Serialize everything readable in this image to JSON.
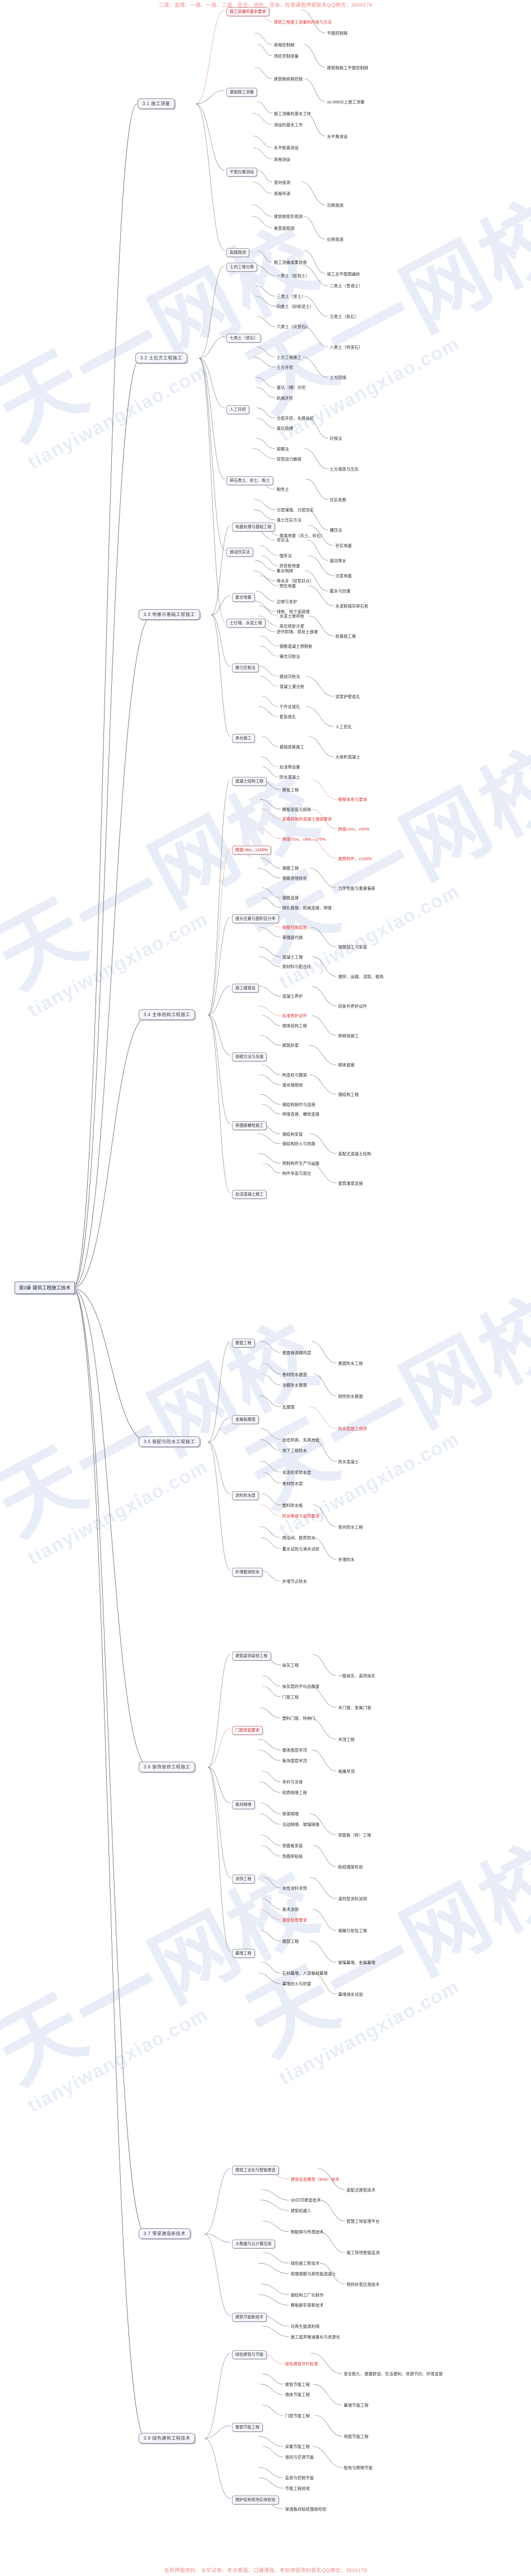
{
  "banner": {
    "top": "二建、监理、一建、一造、二造、安全、消防、咨询、检测课程押题联系QQ微信：3849178",
    "bottom": "名师押题资料、水卒试卷、考点真题、口播课程、考前押题资料联系QQ微信：3849178"
  },
  "watermark": {
    "main": "天一网校",
    "site": "tianyiwangxiao.com"
  },
  "root": {
    "label": "第3章  建筑工程施工技术"
  },
  "branches": [
    {
      "id": "b1",
      "label": "3.1 施工测量"
    },
    {
      "id": "b2",
      "label": "3.2 土石方工程施工"
    },
    {
      "id": "b3",
      "label": "3.3 地基与基础工程施工"
    },
    {
      "id": "b4",
      "label": "3.4 主体结构工程施工"
    },
    {
      "id": "b5",
      "label": "3.5 装配与防水工程施工"
    },
    {
      "id": "b6",
      "label": "3.6 装饰装修工程施工"
    },
    {
      "id": "b7",
      "label": "3.7 零星建造新技术"
    },
    {
      "id": "b8",
      "label": "3.8 绿色建筑工程技术"
    }
  ],
  "n": {
    "s1": [
      "施工测量的基本要求",
      "建筑工程施工测量的内容与方法",
      "平面控制网",
      "高程控制网",
      "场区控制测量",
      "建筑物施工平面控制网",
      "建筑物高程控制",
      "基础施工测量",
      "±0.000以上施工测量",
      "施工测量的基本工作",
      "测设的基本工作",
      "水平角测设",
      "水平距离测设",
      "高程测设",
      "平面位置测设",
      "竖向投测",
      "高程传递",
      "沉降观测",
      "建筑物变形观测",
      "垂直度观测",
      "位移观测",
      "裂缝观测",
      "施工测量成果验收",
      "竣工总平面图编绘"
    ],
    "s2": [
      "土的工程分类",
      "一类土（松软土）",
      "二类土（普通土）",
      "三类土（坚土）",
      "四类土（砂砾坚土）",
      "五类土（软石）",
      "六类土（次坚石）",
      "七类土（坚石）",
      "八类土（特坚石）",
      "土方工程施工",
      "土方开挖",
      "土方回填",
      "基坑（槽）开挖",
      "机械开挖",
      "人工开挖",
      "分层开挖、先撑后挖",
      "基坑验槽",
      "钎探法",
      "观察法",
      "轻型动力触探",
      "土方填筑与压实",
      "碎石类土、砂土、粉土",
      "黏性土",
      "压实系数",
      "分层铺填、分层压实",
      "填土压实方法",
      "碾压法",
      "夯实法",
      "振动压实法",
      "基坑降水",
      "集水明排",
      "降水井（轻型井点）",
      "截水与回灌",
      "边坡与支护",
      "排桩、地下连续墙",
      "土钉墙、水泥土墙",
      "逆作拱墙、原状土放坡"
    ],
    "s3": [
      "地基处理与基础工程",
      "换填地基（灰土、砂石）",
      "夯实地基",
      "强夯法",
      "挤密桩地基",
      "注浆地基",
      "预压地基",
      "复合地基",
      "水泥粉煤灰碎石桩",
      "水泥土搅拌桩",
      "高压喷射注浆",
      "桩基础工程",
      "钢筋混凝土预制桩",
      "锤击沉桩法",
      "静力压桩法",
      "振动沉桩法",
      "混凝土灌注桩",
      "泥浆护壁成孔",
      "干作业成孔",
      "套管成孔",
      "人工挖孔",
      "承台施工",
      "基础底板施工",
      "大体积混凝土",
      "后浇带设置",
      "防水混凝土"
    ],
    "s4": [
      "混凝土结构工程",
      "模板工程",
      "模板体系与要求",
      "模板安装与拆除",
      "底模拆除的混凝土强度要求",
      "跨度≤2m，≥50%",
      "跨度>2m、≤8m，≥75%",
      "跨度>8m，≥100%",
      "悬臂构件，≥100%",
      "钢筋工程",
      "钢筋进场检验",
      "力学性能与重量偏差",
      "钢筋连接",
      "绑扎搭接、机械连接、焊接",
      "接头位置与面积百分率",
      "钢筋代换原则",
      "等强度代换",
      "钢筋加工与安装",
      "混凝土工程",
      "原材料与配合比",
      "搅拌、运输、浇筑、振捣",
      "施工缝留设",
      "混凝土养护",
      "同条件养护试件",
      "标准养护试件",
      "砌体结构工程",
      "砖砌体施工",
      "砌筑砂浆",
      "组砌方法与灰缝",
      "砌体留槎",
      "构造柱与圈梁",
      "填充墙砌体",
      "钢结构工程",
      "钢结构制作与连接",
      "焊接连接、螺栓连接",
      "高强度螺栓施工",
      "钢结构安装",
      "钢结构防火与防腐",
      "装配式混凝土结构",
      "预制构件生产与运输",
      "构件吊装与就位",
      "套筒灌浆连接",
      "后浇混凝土施工"
    ],
    "s5": [
      "屋面工程",
      "屋面保温隔热层",
      "屋面防水工程",
      "卷材防水屋面",
      "涂膜防水屋面",
      "刚性防水屋面",
      "瓦屋面",
      "金属板屋面",
      "防水层施工顺序",
      "由低到高、先高后低",
      "地下工程防水",
      "防水混凝土",
      "水泥砂浆防水层",
      "卷材防水层",
      "涂料防水层",
      "塑料防水板",
      "防水等级与设防要求",
      "室内防水工程",
      "厕浴间、厨房防水",
      "蓄水试验与淋水试验",
      "外墙防水",
      "外墙整体防水",
      "外墙节点防水"
    ],
    "s6": [
      "建筑装饰装修工程",
      "抹灰工程",
      "一般抹灰、装饰抹灰",
      "抹灰层的平均总厚度",
      "门窗工程",
      "木门窗、金属门窗",
      "塑料门窗、特种门",
      "门窗安装要求",
      "吊顶工程",
      "整体面层吊顶",
      "板块面层吊顶",
      "格栅吊顶",
      "吊杆与龙骨",
      "轻质隔墙工程",
      "板材隔墙",
      "骨架隔墙",
      "活动隔墙、玻璃隔墙",
      "饰面板（砖）工程",
      "饰面板安装",
      "饰面砖粘贴",
      "粘结强度检验",
      "涂饰工程",
      "水性涂料涂饰",
      "溶剂型涂料涂饰",
      "美术涂饰",
      "基层处理要求",
      "裱糊与软包工程",
      "细部工程",
      "幕墙工程",
      "玻璃幕墙、金属幕墙",
      "石材幕墙、人造板材幕墙",
      "幕墙防火与防雷",
      "幕墙淋水试验"
    ],
    "s7": [
      "建筑工业化与智能建造",
      "建筑信息模型（BIM）技术",
      "装配式建筑技术",
      "3D打印建造技术",
      "建筑机器人",
      "智慧工地管理平台",
      "物联网与传感技术",
      "大数据与云计算应用",
      "施工现场智能监测",
      "绿色施工新技术",
      "高强钢筋与高性能混凝土",
      "预拌砂浆应用技术",
      "钢结构工厂化制作",
      "模板脚手架新技术",
      "建筑节能新技术",
      "可再生能源利用",
      "施工废弃物减量化与资源化"
    ],
    "s8": [
      "绿色建筑与节能",
      "绿色建筑评价标准",
      "安全耐久、健康舒适、生活便利、资源节约、环境宜居",
      "建筑节能工程",
      "墙体节能工程",
      "幕墙节能工程",
      "门窗节能工程",
      "屋面节能工程",
      "地面节能工程",
      "采暖节能工程",
      "通风与空调节能",
      "配电与照明节能",
      "监测与控制节能",
      "节能工程验收",
      "围护结构现场实体检验",
      "保温板材粘结强度检验"
    ]
  }
}
